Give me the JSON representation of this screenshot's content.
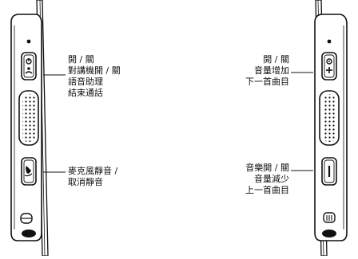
{
  "left_device": {
    "top_button_callout": [
      "開 / 關",
      "對講機開 / 關",
      "語音助理",
      "結束通話"
    ],
    "bottom_button_callout": [
      "麥克風靜音 /",
      "取消靜音"
    ]
  },
  "right_device": {
    "top_button_callout": [
      "開 / 關",
      "音量增加",
      "下一首曲目"
    ],
    "bottom_button_callout": [
      "音樂開 / 關",
      "音量減少",
      "上一首曲目"
    ]
  }
}
